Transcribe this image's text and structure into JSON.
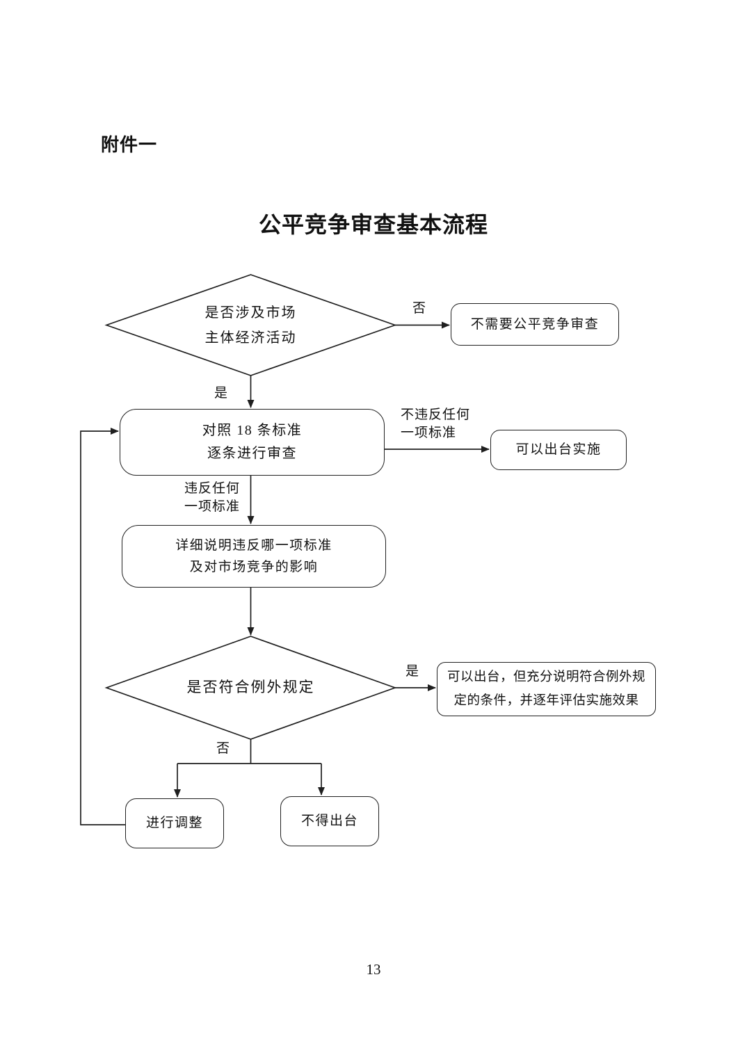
{
  "page": {
    "attachment_label": "附件一",
    "title": "公平竞争审查基本流程",
    "page_number": "13"
  },
  "flowchart": {
    "type": "flowchart",
    "colors": {
      "stroke": "#1f1f1f",
      "text": "#111111",
      "background": "#ffffff"
    },
    "nodes": {
      "decision_market": {
        "shape": "diamond",
        "line1": "是否涉及市场",
        "line2": "主体经济活动"
      },
      "no_review": {
        "shape": "rounded-rect",
        "label": "不需要公平竞争审查"
      },
      "review_standards": {
        "shape": "rounded-rect",
        "line1": "对照 18 条标准",
        "line2": "逐条进行审查"
      },
      "can_implement": {
        "shape": "rounded-rect",
        "label": "可以出台实施"
      },
      "explain_violation": {
        "shape": "rounded-rect",
        "line1": "详细说明违反哪一项标准",
        "line2": "及对市场竞争的影响"
      },
      "decision_exception": {
        "shape": "diamond",
        "label": "是否符合例外规定"
      },
      "implement_exception": {
        "shape": "rounded-rect",
        "line1": "可以出台，但充分说明符合例外规",
        "line2": "定的条件，并逐年评估实施效果"
      },
      "adjust": {
        "shape": "rounded-rect",
        "label": "进行调整"
      },
      "no_issue": {
        "shape": "rounded-rect",
        "label": "不得出台"
      }
    },
    "edge_labels": {
      "no_market": "否",
      "yes_market": "是",
      "not_violating": {
        "line1": "不违反任何",
        "line2": "一项标准"
      },
      "violating": {
        "line1": "违反任何",
        "line2": "一项标准"
      },
      "yes_exception": "是",
      "no_exception": "否"
    }
  }
}
